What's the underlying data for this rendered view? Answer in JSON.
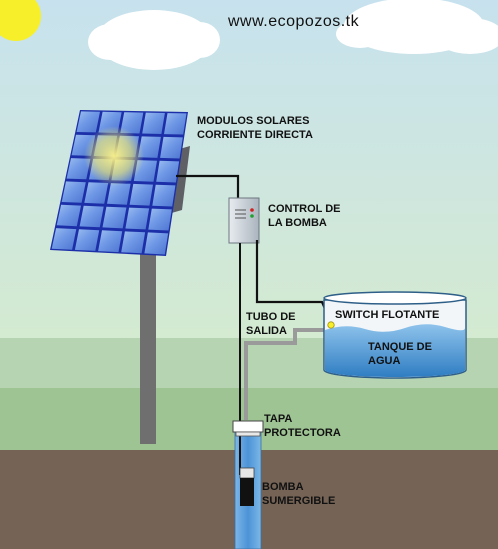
{
  "header": {
    "site_url": "www.ecopozos.tk"
  },
  "labels": {
    "solar_panels": [
      "MODULOS SOLARES",
      "CORRIENTE DIRECTA"
    ],
    "pump_control": [
      "CONTROL DE",
      "LA BOMBA"
    ],
    "float_switch": [
      "SWITCH  FLOTANTE"
    ],
    "outlet_pipe": [
      "TUBO DE",
      "SALIDA"
    ],
    "water_tank": [
      "TANQUE DE",
      "AGUA"
    ],
    "protective_cap": [
      "TAPA",
      "PROTECTORA"
    ],
    "submersible_pump": [
      "BOMBA",
      "SUMERGIBLE"
    ]
  },
  "colors": {
    "sky": "#c4e0ec",
    "sun": "#f7ef2a",
    "hills": "#b6d3b0",
    "field": "#9cc28f",
    "ground": "#756456",
    "panel_frame": "#1c2fa8",
    "panel_cell": "#6e98e8",
    "tank_water": "#3a87c8",
    "pipe": "#9a9a9a",
    "cable": "#111111",
    "well_water": "#5aa0dc"
  }
}
